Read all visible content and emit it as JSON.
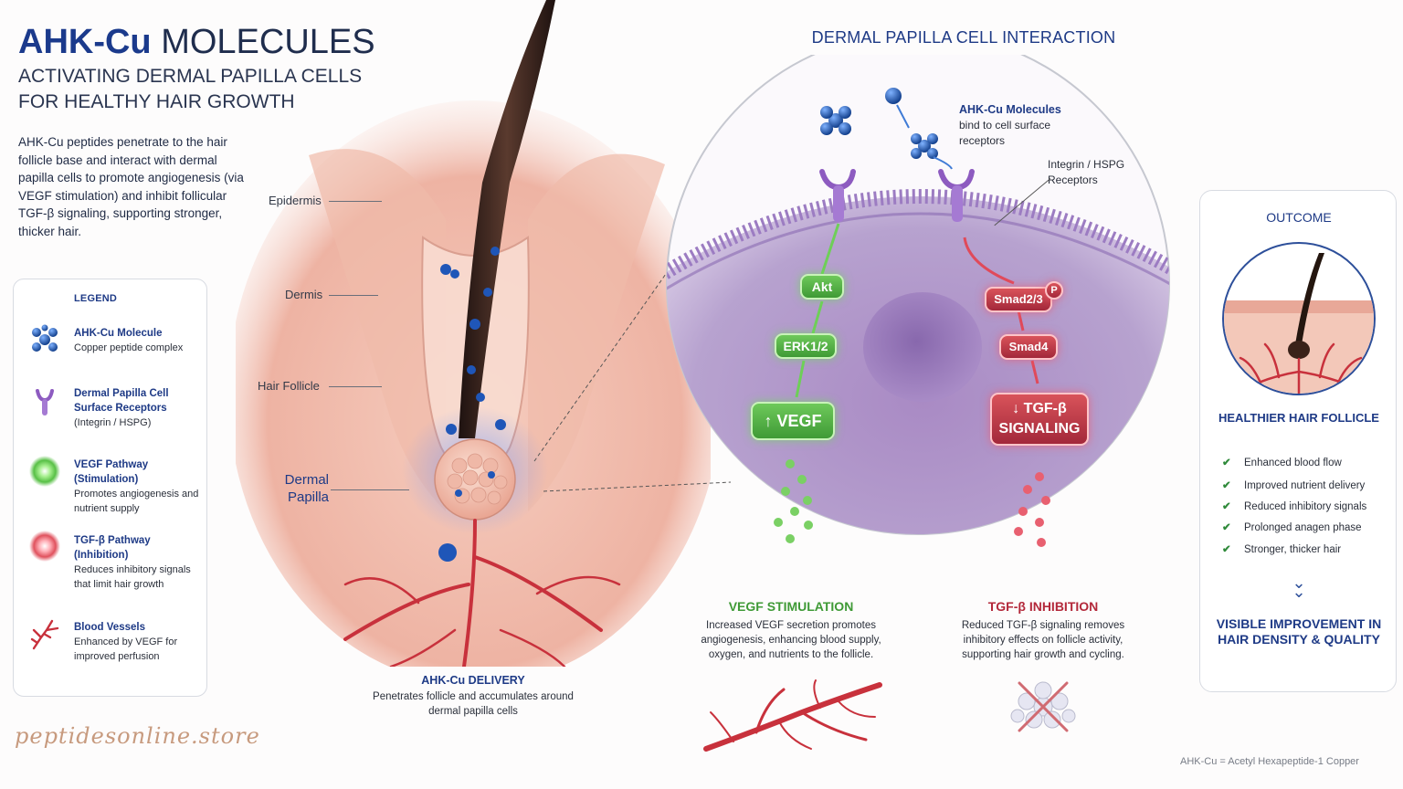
{
  "title": {
    "bold": "AHK-Cu",
    "rest": " MOLECULES"
  },
  "subtitle_line1": "ACTIVATING DERMAL PAPILLA CELLS",
  "subtitle_line2": "FOR HEALTHY HAIR GROWTH",
  "intro": "AHK-Cu peptides penetrate to the hair follicle base and interact with dermal papilla cells to promote angiogenesis (via VEGF stimulation) and inhibit follicular TGF-β signaling, supporting stronger, thicker hair.",
  "legend": {
    "title": "LEGEND",
    "items": [
      {
        "heading": "AHK-Cu Molecule",
        "desc": "Copper peptide complex",
        "icon": "molecule-icon"
      },
      {
        "heading": "Dermal Papilla Cell Surface Receptors",
        "desc": "(Integrin / HSPG)",
        "icon": "receptor-icon"
      },
      {
        "heading": "VEGF Pathway (Stimulation)",
        "desc": "Promotes angiogenesis and nutrient supply",
        "icon": "green-glow-icon"
      },
      {
        "heading": "TGF-β Pathway (Inhibition)",
        "desc": "Reduces inhibitory signals that limit hair growth",
        "icon": "red-glow-icon"
      },
      {
        "heading": "Blood Vessels",
        "desc": "Enhanced by VEGF for improved perfusion",
        "icon": "blood-vessel-icon"
      }
    ]
  },
  "anatomy_labels": {
    "epidermis": "Epidermis",
    "dermis": "Dermis",
    "hair_follicle": "Hair Follicle",
    "dermal_papilla": "Dermal Papilla"
  },
  "delivery": {
    "heading": "AHK-Cu DELIVERY",
    "desc": "Penetrates follicle and accumulates around dermal papilla cells"
  },
  "watermark": "peptidesonline.store",
  "interaction": {
    "title": "DERMAL PAPILLA CELL INTERACTION",
    "molecules_heading": "AHK-Cu Molecules",
    "molecules_desc": "bind to cell surface receptors",
    "receptors_label": "Integrin / HSPG Receptors",
    "green_nodes": [
      "Akt",
      "ERK1/2",
      "↑ VEGF"
    ],
    "red_nodes": [
      "Smad2/3",
      "Smad4",
      "↓ TGF-β SIGNALING"
    ],
    "phospho": "P"
  },
  "vegf": {
    "heading": "VEGF STIMULATION",
    "desc": "Increased VEGF secretion promotes angiogenesis, enhancing blood supply, oxygen, and nutrients to the follicle."
  },
  "tgf": {
    "heading": "TGF-β INHIBITION",
    "desc": "Reduced TGF-β signaling removes inhibitory effects on follicle activity, supporting hair growth and cycling."
  },
  "outcome": {
    "title": "OUTCOME",
    "subtitle": "HEALTHIER HAIR FOLLICLE",
    "checks": [
      "Enhanced blood flow",
      "Improved nutrient delivery",
      "Reduced inhibitory signals",
      "Prolonged anagen phase",
      "Stronger, thicker hair"
    ],
    "final": "VISIBLE IMPROVEMENT IN HAIR DENSITY & QUALITY"
  },
  "footnote": "AHK-Cu = Acetyl Hexapeptide-1 Copper",
  "colors": {
    "navy": "#1e3a86",
    "green": "#3f9a36",
    "red": "#b3283a",
    "skin": "#f2c1b2"
  }
}
